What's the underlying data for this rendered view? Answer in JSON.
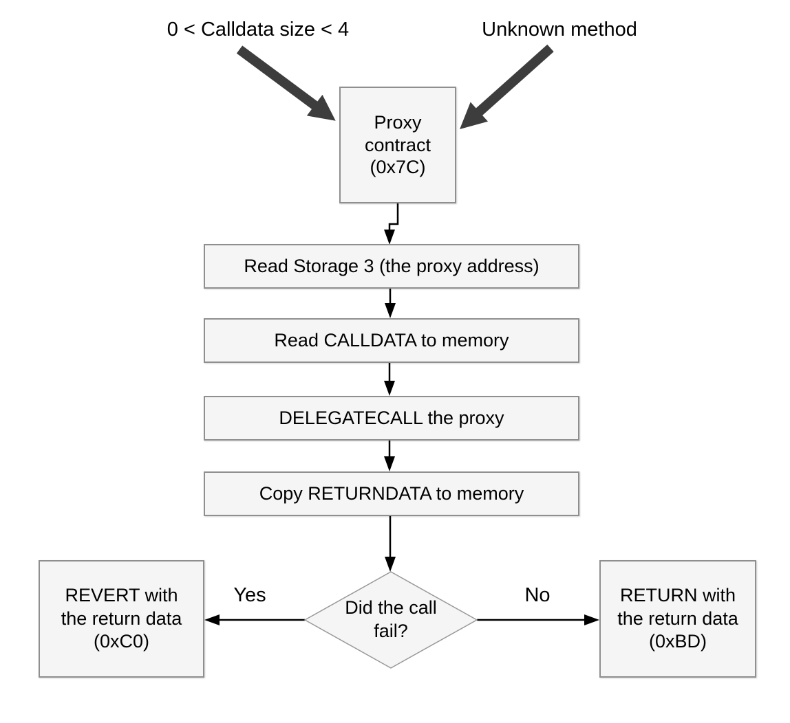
{
  "labels": {
    "calldata_size": "0 < Calldata size < 4",
    "unknown_method": "Unknown method",
    "yes": "Yes",
    "no": "No"
  },
  "nodes": {
    "proxy": {
      "text": "Proxy\ncontract\n(0x7C)"
    },
    "read_storage": {
      "text": "Read Storage 3 (the proxy address)"
    },
    "read_calldata": {
      "text": "Read CALLDATA to memory"
    },
    "delegatecall": {
      "text": "DELEGATECALL the proxy"
    },
    "copy_returndata": {
      "text": "Copy RETURNDATA to memory"
    },
    "decision": {
      "text": "Did the call\nfail?"
    },
    "revert": {
      "text": "REVERT with\nthe return data\n(0xC0)"
    },
    "return": {
      "text": "RETURN with\nthe return data\n(0xBD)"
    }
  },
  "colors": {
    "node_fill": "#f5f5f5",
    "node_border": "#8f8f8f",
    "diamond_border": "#999999",
    "connector": "#000000",
    "thick_arrow": "#3d3d3d"
  }
}
